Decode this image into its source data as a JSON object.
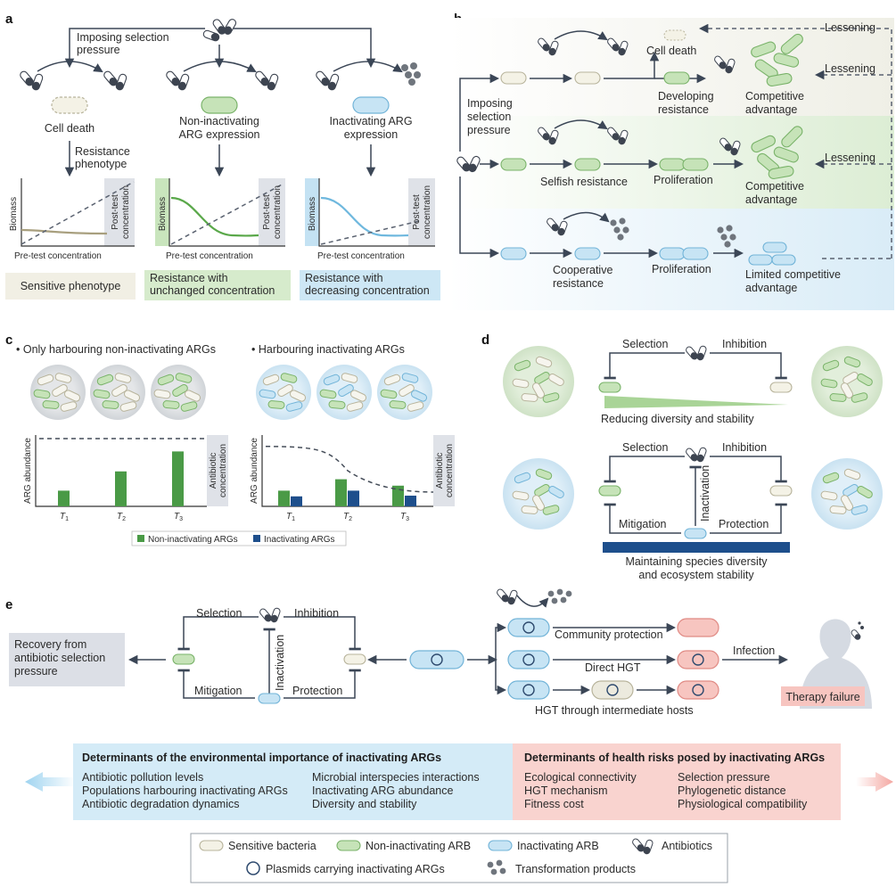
{
  "panels": {
    "a": "a",
    "b": "b",
    "c": "c",
    "d": "d",
    "e": "e"
  },
  "panel_a": {
    "imposing": [
      "Imposing selection",
      "pressure"
    ],
    "cell_death": "Cell death",
    "resistance_phenotype": [
      "Resistance",
      "phenotype"
    ],
    "non_inact": [
      "Non-inactivating",
      "ARG expression"
    ],
    "inact": [
      "Inactivating ARG",
      "expression"
    ],
    "biomass": "Biomass",
    "post_test": [
      "Post-test",
      "concentration"
    ],
    "pre_test": "Pre-test concentration",
    "box1": [
      "Sensitive phenotype"
    ],
    "box2": [
      "Resistance with",
      "unchanged concentration"
    ],
    "box3": [
      "Resistance with",
      "decreasing concentration"
    ]
  },
  "panel_b": {
    "lessening": "Lessening",
    "cell_death": "Cell death",
    "imposing": [
      "Imposing",
      "selection",
      "pressure"
    ],
    "developing": [
      "Developing",
      "resistance"
    ],
    "competitive": [
      "Competitive",
      "advantage"
    ],
    "selfish": "Selfish resistance",
    "proliferation": "Proliferation",
    "cooperative": [
      "Cooperative",
      "resistance"
    ],
    "limited": [
      "Limited competitive",
      "advantage"
    ]
  },
  "panel_c": {
    "left_title": "• Only harbouring non-inactivating ARGs",
    "right_title": "• Harbouring inactivating ARGs",
    "y_label": "ARG abundance",
    "conc_label": [
      "Antibiotic",
      "concentration"
    ],
    "ticks": [
      "T1",
      "T2",
      "T3"
    ],
    "legend_non": "Non-inactivating ARGs",
    "legend_inact": "Inactivating ARGs",
    "colors": {
      "non": "#4a9a46",
      "inact": "#1e4f8c"
    }
  },
  "chart_data": [
    {
      "type": "bar",
      "categories": [
        "T1",
        "T2",
        "T3"
      ],
      "series": [
        {
          "name": "Non-inactivating ARGs",
          "values": [
            0.22,
            0.49,
            0.77
          ]
        }
      ],
      "ylabel": "ARG abundance",
      "ylim": [
        0,
        1
      ],
      "concentration_line": [
        0.95,
        0.95,
        0.95
      ]
    },
    {
      "type": "bar",
      "categories": [
        "T1",
        "T2",
        "T3"
      ],
      "series": [
        {
          "name": "Non-inactivating ARGs",
          "values": [
            0.22,
            0.38,
            0.29
          ]
        },
        {
          "name": "Inactivating ARGs",
          "values": [
            0.14,
            0.22,
            0.15
          ]
        }
      ],
      "ylabel": "ARG abundance",
      "ylim": [
        0,
        1
      ],
      "concentration_line": [
        0.84,
        0.5,
        0.2
      ]
    }
  ],
  "panel_d": {
    "selection": "Selection",
    "inhibition": "Inhibition",
    "reducing": "Reducing diversity and stability",
    "inactivation": "Inactivation",
    "mitigation": "Mitigation",
    "protection": "Protection",
    "maintaining": [
      "Maintaining species diversity",
      "and ecosystem stability"
    ]
  },
  "panel_e": {
    "recovery": [
      "Recovery from",
      "antibiotic selection",
      "pressure"
    ],
    "selection": "Selection",
    "inhibition": "Inhibition",
    "inactivation": "Inactivation",
    "mitigation": "Mitigation",
    "protection": "Protection",
    "community": "Community protection",
    "direct_hgt": "Direct HGT",
    "hgt_inter": "HGT through intermediate hosts",
    "infection": "Infection",
    "therapy": "Therapy failure"
  },
  "determinants": {
    "env_title": "Determinants of the environmental importance of inactivating ARGs",
    "env_col1": [
      "Antibiotic pollution levels",
      "Populations harbouring inactivating ARGs",
      "Antibiotic degradation dynamics"
    ],
    "env_col2": [
      "Microbial interspecies interactions",
      "Inactivating ARG abundance",
      "Diversity and stability"
    ],
    "health_title": "Determinants of health risks posed by inactivating ARGs",
    "health_col1": [
      "Ecological connectivity",
      "HGT mechanism",
      "Fitness cost"
    ],
    "health_col2": [
      "Selection pressure",
      "Phylogenetic distance",
      "Physiological compatibility"
    ]
  },
  "legend": {
    "sensitive": "Sensitive bacteria",
    "non_arb": "Non-inactivating ARB",
    "inact_arb": "Inactivating ARB",
    "antibiotics": "Antibiotics",
    "plasmids": "Plasmids carrying inactivating ARGs",
    "transformation": "Transformation products"
  }
}
